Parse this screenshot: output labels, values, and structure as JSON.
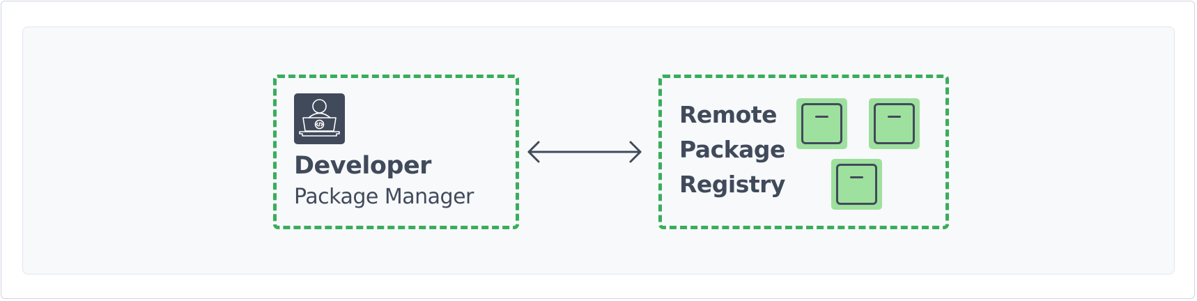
{
  "developer": {
    "title": "Developer",
    "subtitle": "Package Manager",
    "icon": "developer-laptop-icon"
  },
  "registry": {
    "label_lines": [
      "Remote",
      "Package",
      "Registry"
    ],
    "package_count": 3,
    "icon": "package-box-icon"
  },
  "connector": {
    "type": "bidirectional-arrow"
  },
  "colors": {
    "dashed_border": "#3aad5b",
    "package_fill": "#9ee09e",
    "dark": "#414a5b",
    "panel_background": "#f7f9fb"
  }
}
